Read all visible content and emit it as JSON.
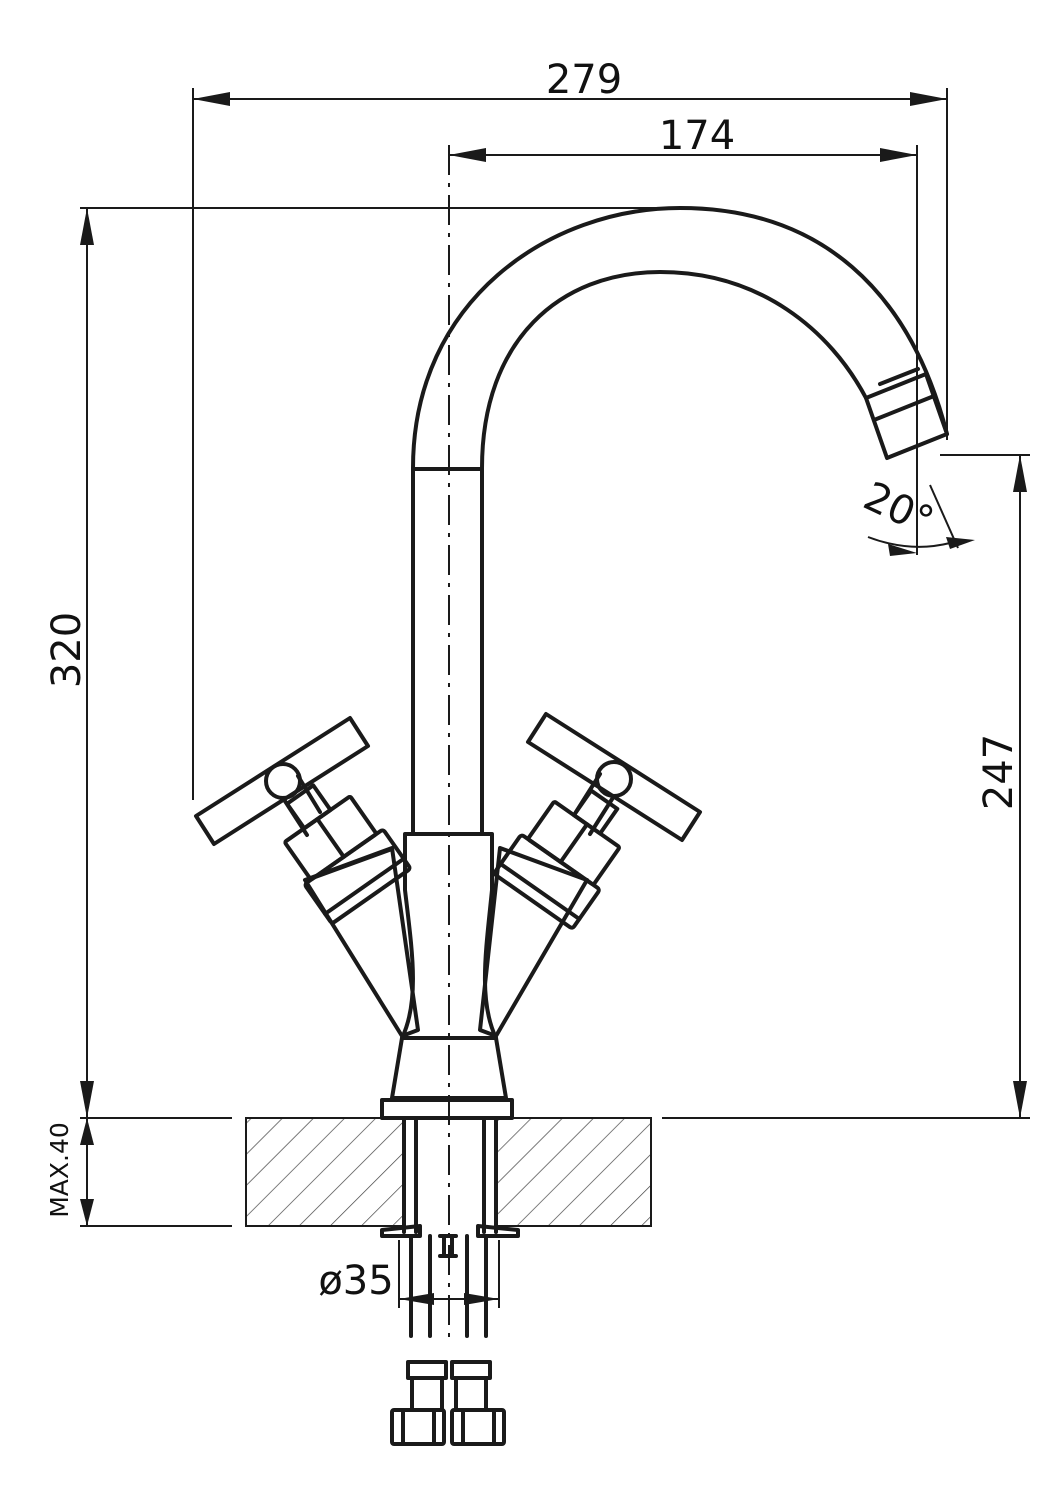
{
  "dimensions": {
    "overall_width": "279",
    "spout_reach": "174",
    "overall_height": "320",
    "spout_height": "247",
    "spout_swivel_angle": "20°",
    "max_deck_thickness": "MAX.40",
    "hole_diameter": "ø35"
  }
}
